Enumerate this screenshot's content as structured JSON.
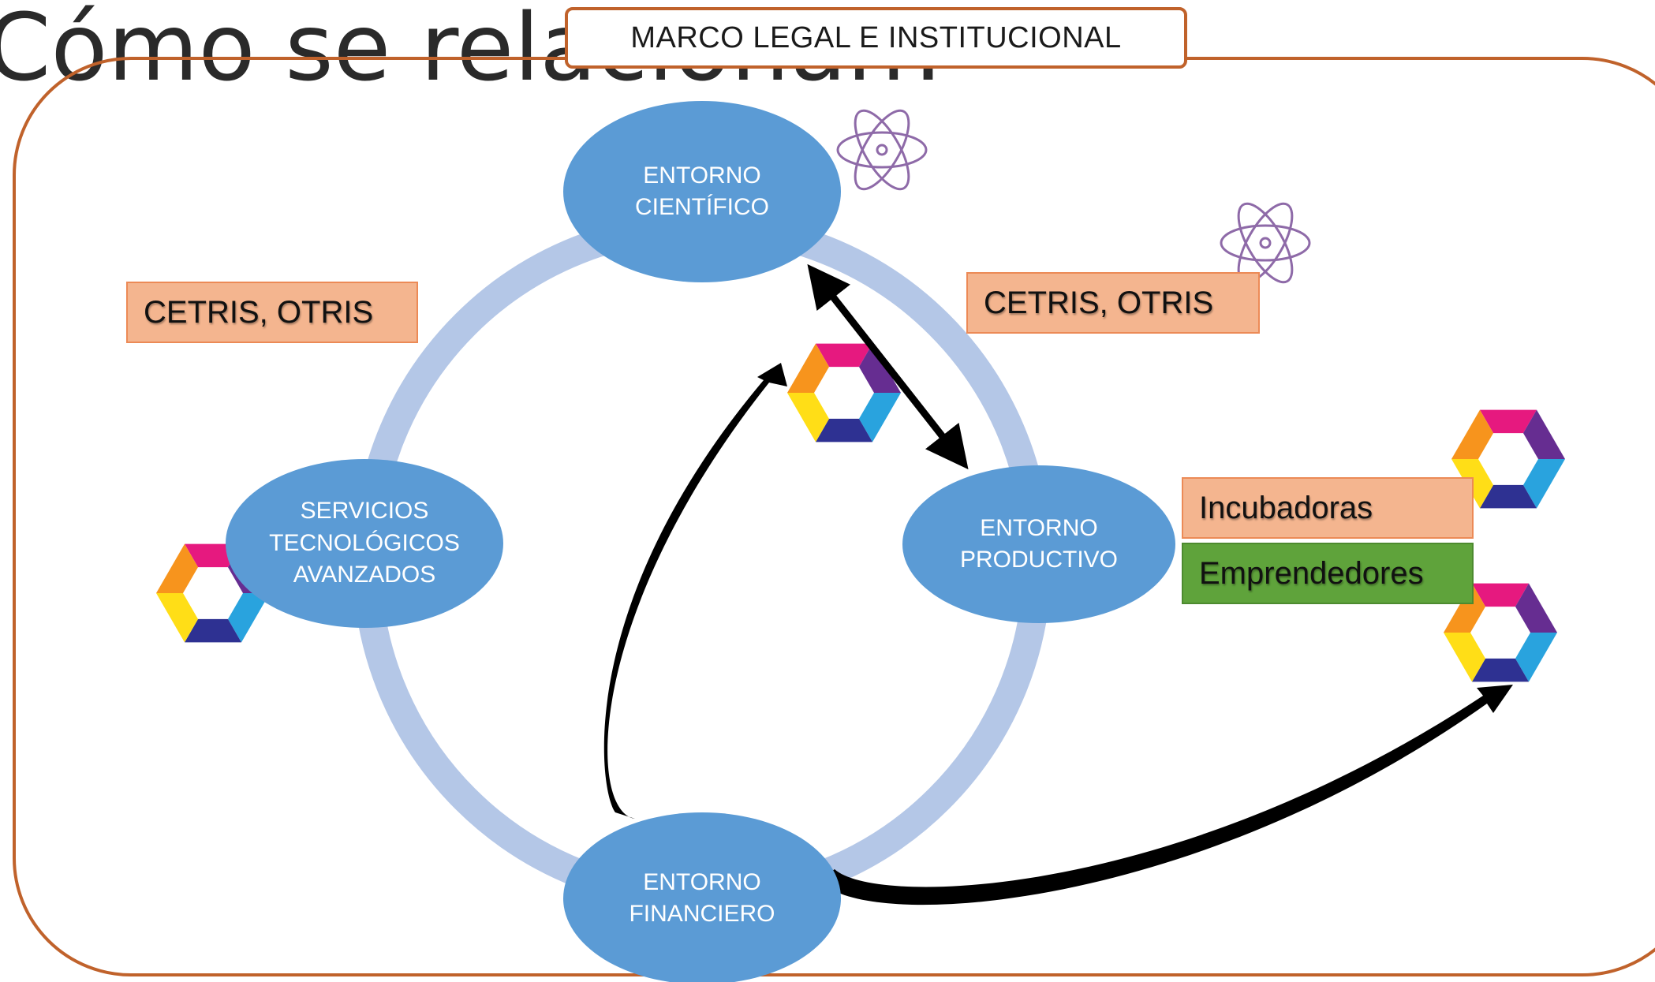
{
  "slide": {
    "heading": "Cómo se relacionan?"
  },
  "banner": {
    "label": "MARCO LEGAL E INSTITUCIONAL"
  },
  "nodes": {
    "scientific": "ENTORNO\nCIENTÍFICO",
    "productive": "ENTORNO\nPRODUCTIVO",
    "financial": "ENTORNO\nFINANCIERO",
    "services": "SERVICIOS\nTECNOLÓGICOS\nAVANZADOS"
  },
  "tags": {
    "cetris_left": "CETRIS, OTRIS",
    "cetris_right": "CETRIS, OTRIS",
    "incubators": "Incubadoras",
    "entrepreneurs": "Emprendedores"
  },
  "colors": {
    "frame_border": "#c0622b",
    "node_fill": "#5b9bd5",
    "cycle_ring": "#b4c7e7",
    "tag_orange": "#f4b58f",
    "tag_green": "#5fa33b",
    "atom_stroke": "#8e6aa8",
    "arrow": "#000000"
  },
  "icons": {
    "atom": "atom-icon",
    "hexagon": "colorful-hexagon-logo-icon"
  }
}
